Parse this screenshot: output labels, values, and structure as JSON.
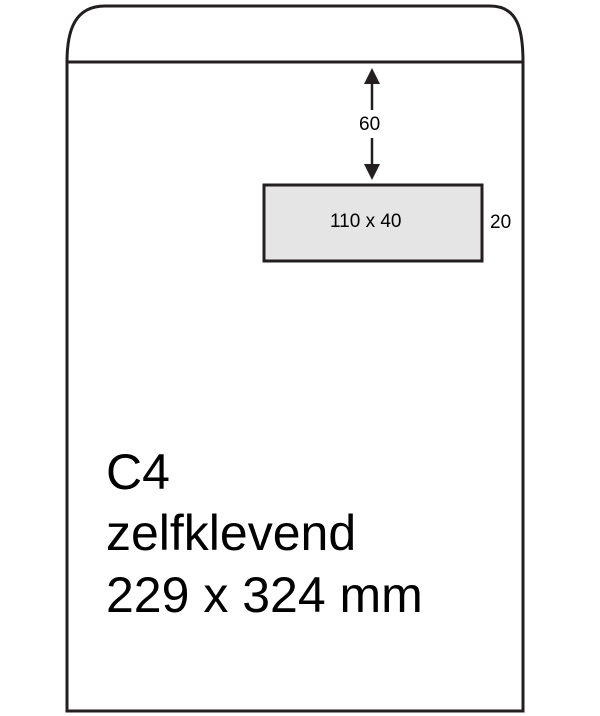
{
  "envelope": {
    "format": "C4",
    "closure": "zelfklevend",
    "size": "229 x 324 mm"
  },
  "window": {
    "size": "110 x 40",
    "offset_top": "60",
    "offset_right": "20"
  },
  "colors": {
    "outline": "#231f20",
    "window_fill": "#e5e5e5",
    "background": "#ffffff"
  }
}
